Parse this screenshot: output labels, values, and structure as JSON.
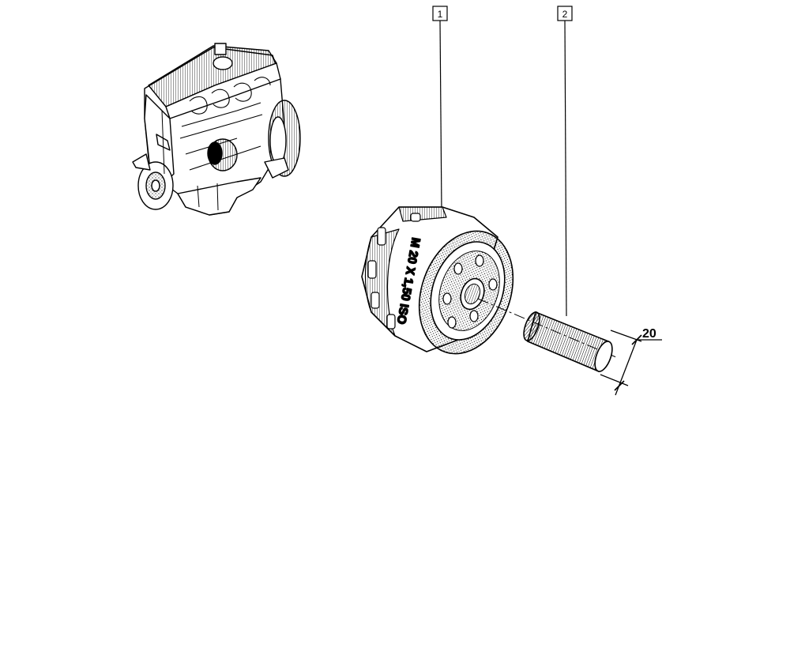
{
  "diagram": {
    "callouts": [
      {
        "label": "1"
      },
      {
        "label": "2"
      }
    ],
    "filter_marking": "M 20 X 1,50 ISO",
    "dimension_value": "20",
    "colors": {
      "line": "#000000",
      "background": "#ffffff"
    }
  }
}
